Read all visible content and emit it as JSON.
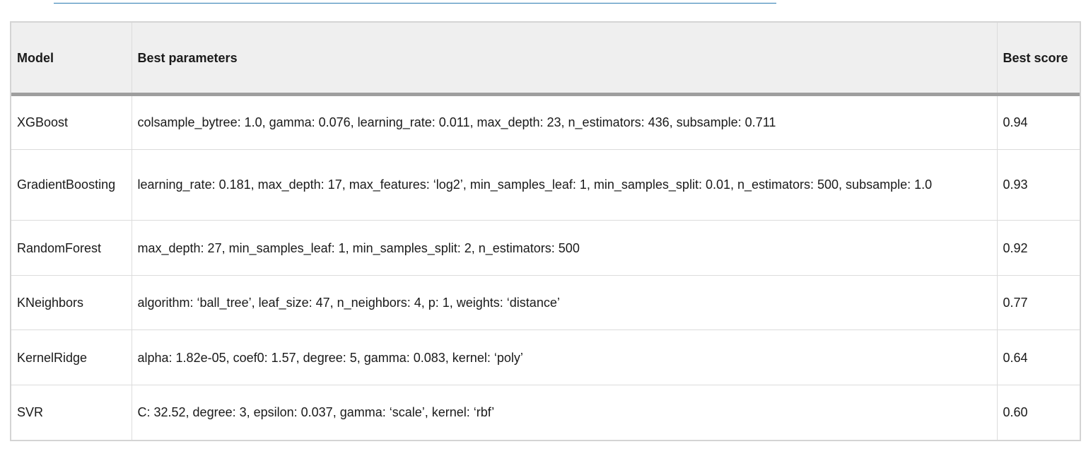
{
  "table": {
    "headers": {
      "model": "Model",
      "params": "Best parameters",
      "score": "Best score"
    },
    "rows": [
      {
        "model": "XGBoost",
        "params": "colsample_bytree: 1.0, gamma: 0.076, learning_rate: 0.011, max_depth: 23, n_estimators: 436, subsample: 0.711",
        "score": "0.94"
      },
      {
        "model": "GradientBoosting",
        "params": "learning_rate: 0.181, max_depth: 17, max_features: ‘log2’, min_samples_leaf: 1, min_samples_split: 0.01, n_estimators: 500, subsample: 1.0",
        "score": "0.93"
      },
      {
        "model": "RandomForest",
        "params": "max_depth: 27, min_samples_leaf: 1, min_samples_split: 2, n_estimators: 500",
        "score": "0.92"
      },
      {
        "model": "KNeighbors",
        "params": "algorithm: ‘ball_tree’, leaf_size: 47, n_neighbors: 4, p: 1, weights: ‘distance’",
        "score": "0.77"
      },
      {
        "model": "KernelRidge",
        "params": "alpha: 1.82e-05, coef0: 1.57, degree: 5, gamma: 0.083, kernel: ‘poly’",
        "score": "0.64"
      },
      {
        "model": "SVR",
        "params": "C: 32.52, degree: 3, epsilon: 0.037, gamma: ‘scale’, kernel: ‘rbf’",
        "score": "0.60"
      }
    ]
  }
}
